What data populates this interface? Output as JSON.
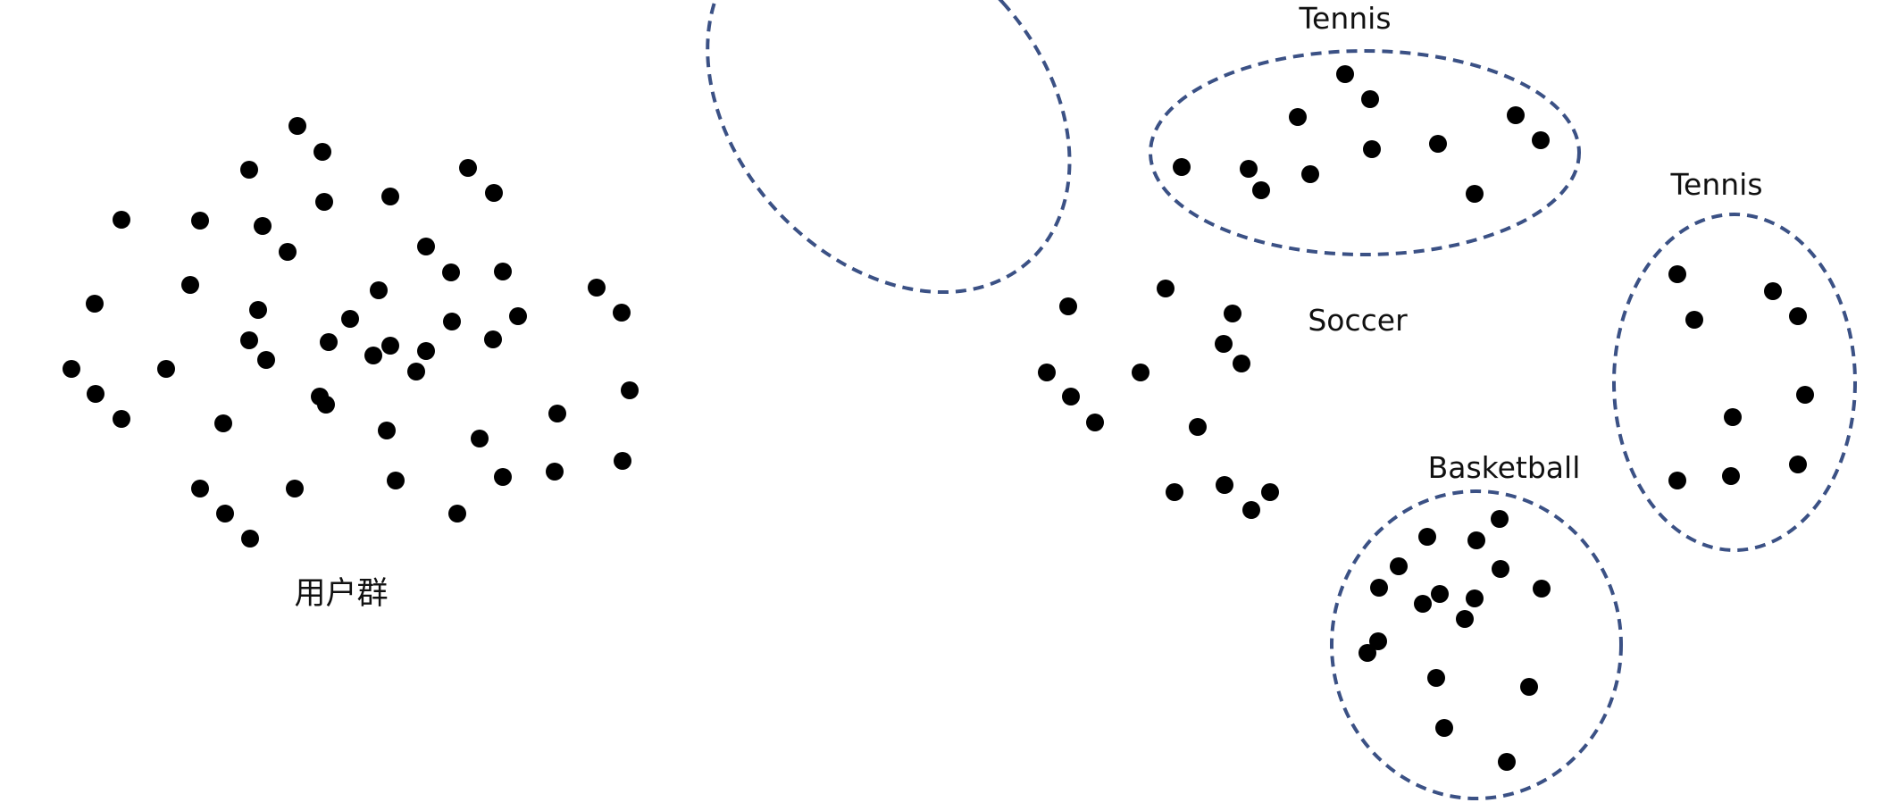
{
  "colors": {
    "dot": "#000000",
    "outline": "#3b5185",
    "text": "#111111"
  },
  "user_group": {
    "label": "用户群"
  },
  "clusters": [
    {
      "id": "tennis-top",
      "label": "Tennis"
    },
    {
      "id": "tennis-right",
      "label": "Tennis"
    },
    {
      "id": "soccer",
      "label": "Soccer"
    },
    {
      "id": "basketball",
      "label": "Basketball"
    }
  ]
}
